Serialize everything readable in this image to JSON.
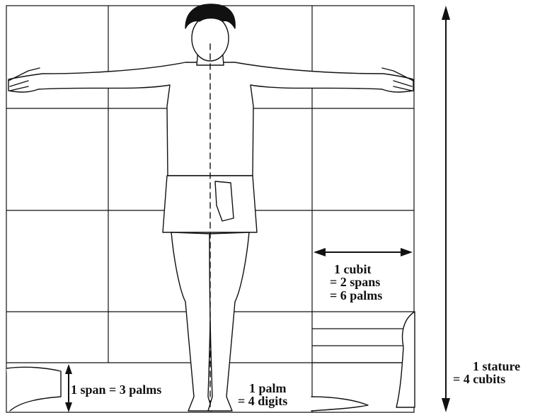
{
  "labels": {
    "cubit": [
      "1 cubit",
      "= 2 spans",
      "= 6 palms"
    ],
    "stature": [
      "1 stature",
      "= 4 cubits"
    ],
    "span": "1 span = 3 palms",
    "palm": [
      "1 palm",
      "= 4 digits"
    ]
  },
  "colors": {
    "ink": "#111111",
    "background": "#ffffff"
  }
}
